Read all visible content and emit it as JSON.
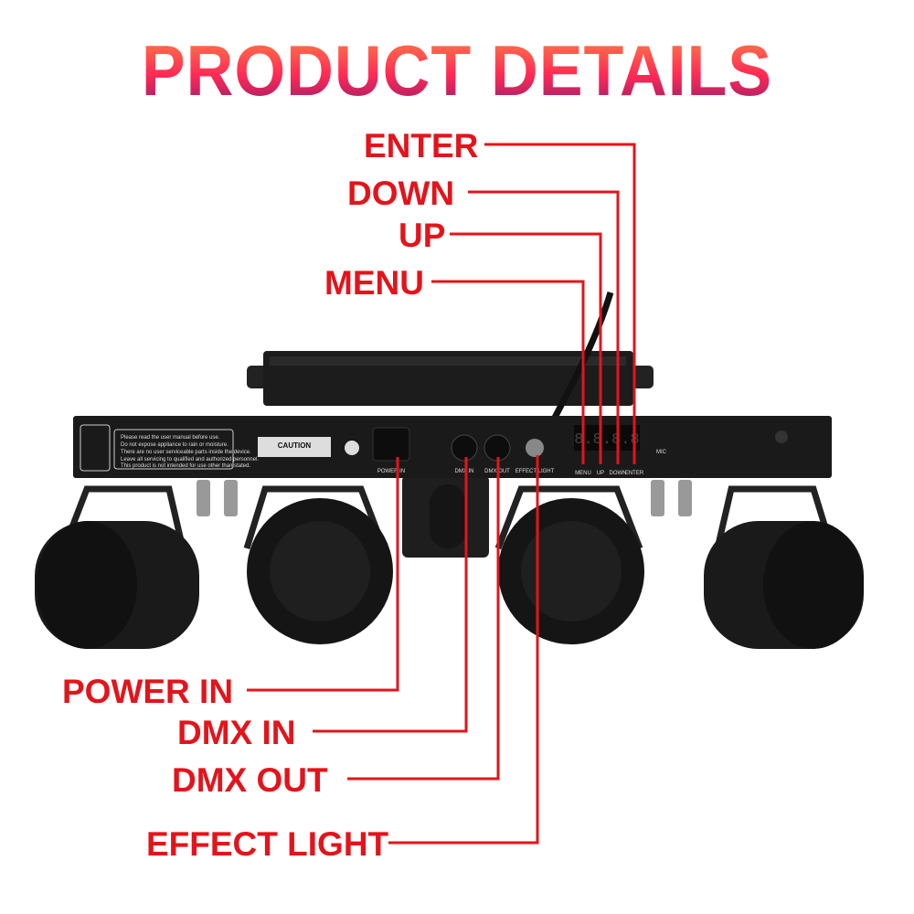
{
  "title": "PRODUCT DETAILS",
  "labels": {
    "enter": "ENTER",
    "down": "DOWN",
    "up": "UP",
    "menu": "MENU",
    "power_in": "POWER IN",
    "dmx_in": "DMX IN",
    "dmx_out": "DMX OUT",
    "effect_light": "EFFECT LIGHT"
  },
  "device": {
    "caution": "CAUTION",
    "panel_power_in": "POWER IN",
    "panel_dmx_in": "DMX IN",
    "panel_dmx_out": "DMX OUT",
    "panel_effect_light": "EFFECT LIGHT",
    "panel_menu": "MENU",
    "panel_up": "UP",
    "panel_down": "DOWN",
    "panel_enter": "ENTER",
    "panel_mic": "MIC",
    "display": "8.8.8.8",
    "warning_text": [
      "Please read the user manual before use.",
      "Do not expose appliance to rain or moisture.",
      "There are no user serviceable parts inside the device.",
      "Leave all servicing to qualified and authorized personnel.",
      "This product is not intended for use other than stated."
    ]
  },
  "colors": {
    "label": "#e3141b",
    "device": "#1a1a1a"
  }
}
